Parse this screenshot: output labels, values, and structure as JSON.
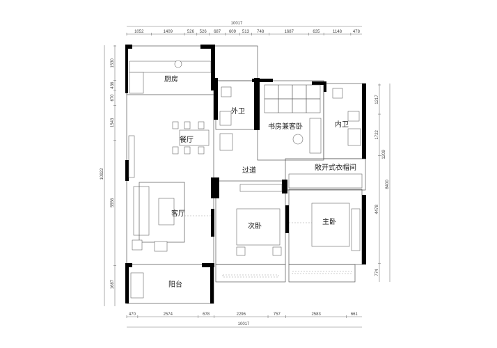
{
  "dimensions": {
    "total_width": "10017",
    "top": [
      "1052",
      "1409",
      "526",
      "526",
      "687",
      "609",
      "513",
      "748",
      "1687",
      "635",
      "1148",
      "478"
    ],
    "bottom": [
      "470",
      "2574",
      "678",
      "2296",
      "757",
      "2583",
      "661"
    ],
    "left_total": "10922",
    "left": [
      "1530",
      "436",
      "670",
      "1543",
      "5556",
      "1687"
    ],
    "right_total": "8400",
    "right": [
      "1217",
      "1722",
      "4478",
      "774"
    ],
    "right_note": "1209"
  },
  "rooms": {
    "kitchen": "厨房",
    "dining": "餐厅",
    "living": "客厅",
    "balcony": "阳台",
    "guest_bath": "外卫",
    "study": "书房兼客卧",
    "master_bath": "内卫",
    "corridor": "过道",
    "walk_in_closet": "敞开式衣帽间",
    "second_bedroom": "次卧",
    "master_bedroom": "主卧"
  }
}
